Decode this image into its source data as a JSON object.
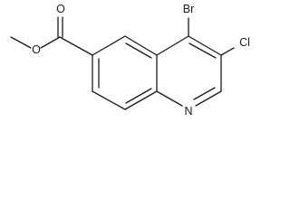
{
  "molecule": {
    "atoms": {
      "bromine": "Br",
      "chlorine": "Cl",
      "nitrogen": "N",
      "carbonyl_oxygen": "O",
      "ester_oxygen": "O"
    },
    "colors": {
      "bond": "#1a1a1a",
      "background": "#ffffff"
    }
  }
}
